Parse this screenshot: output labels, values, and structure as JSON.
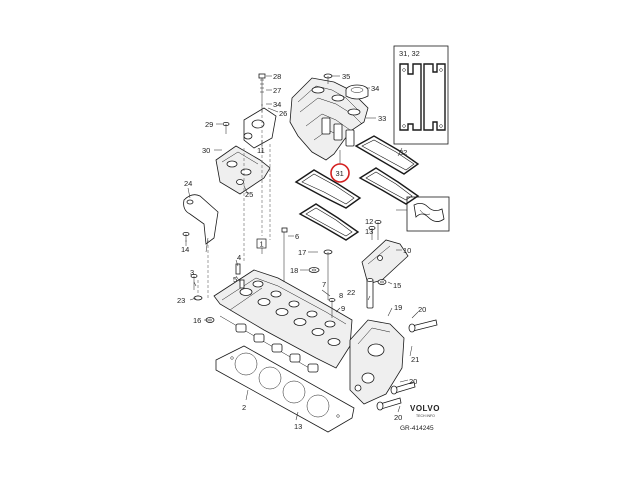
{
  "diagram": {
    "brand": "VOLVO",
    "brand_sub": "TECH INFO",
    "figure_code": "GR-414245",
    "inset_label": "31, 32",
    "highlighted_callout": "31",
    "callouts": {
      "c1": "1",
      "c2": "2",
      "c3": "3",
      "c4": "4",
      "c5": "5",
      "c6": "6",
      "c7": "7",
      "c8": "8",
      "c9": "9",
      "c10": "10",
      "c11": "11",
      "c12": "12",
      "c13": "13",
      "c14": "14",
      "c15": "15",
      "c16": "16",
      "c17": "17",
      "c18": "18",
      "c19": "19",
      "c20a": "20",
      "c20b": "20",
      "c20c": "20",
      "c21": "21",
      "c22": "22",
      "c23": "23",
      "c24": "24",
      "c25": "25",
      "c26": "26",
      "c27": "27",
      "c28": "28",
      "c29": "29",
      "c30": "30",
      "c31": "31",
      "c32": "32",
      "c33": "33",
      "c34": "34",
      "c35": "35"
    },
    "colors": {
      "highlight_ring": "#d42020",
      "line": "#1a1a1a"
    }
  }
}
